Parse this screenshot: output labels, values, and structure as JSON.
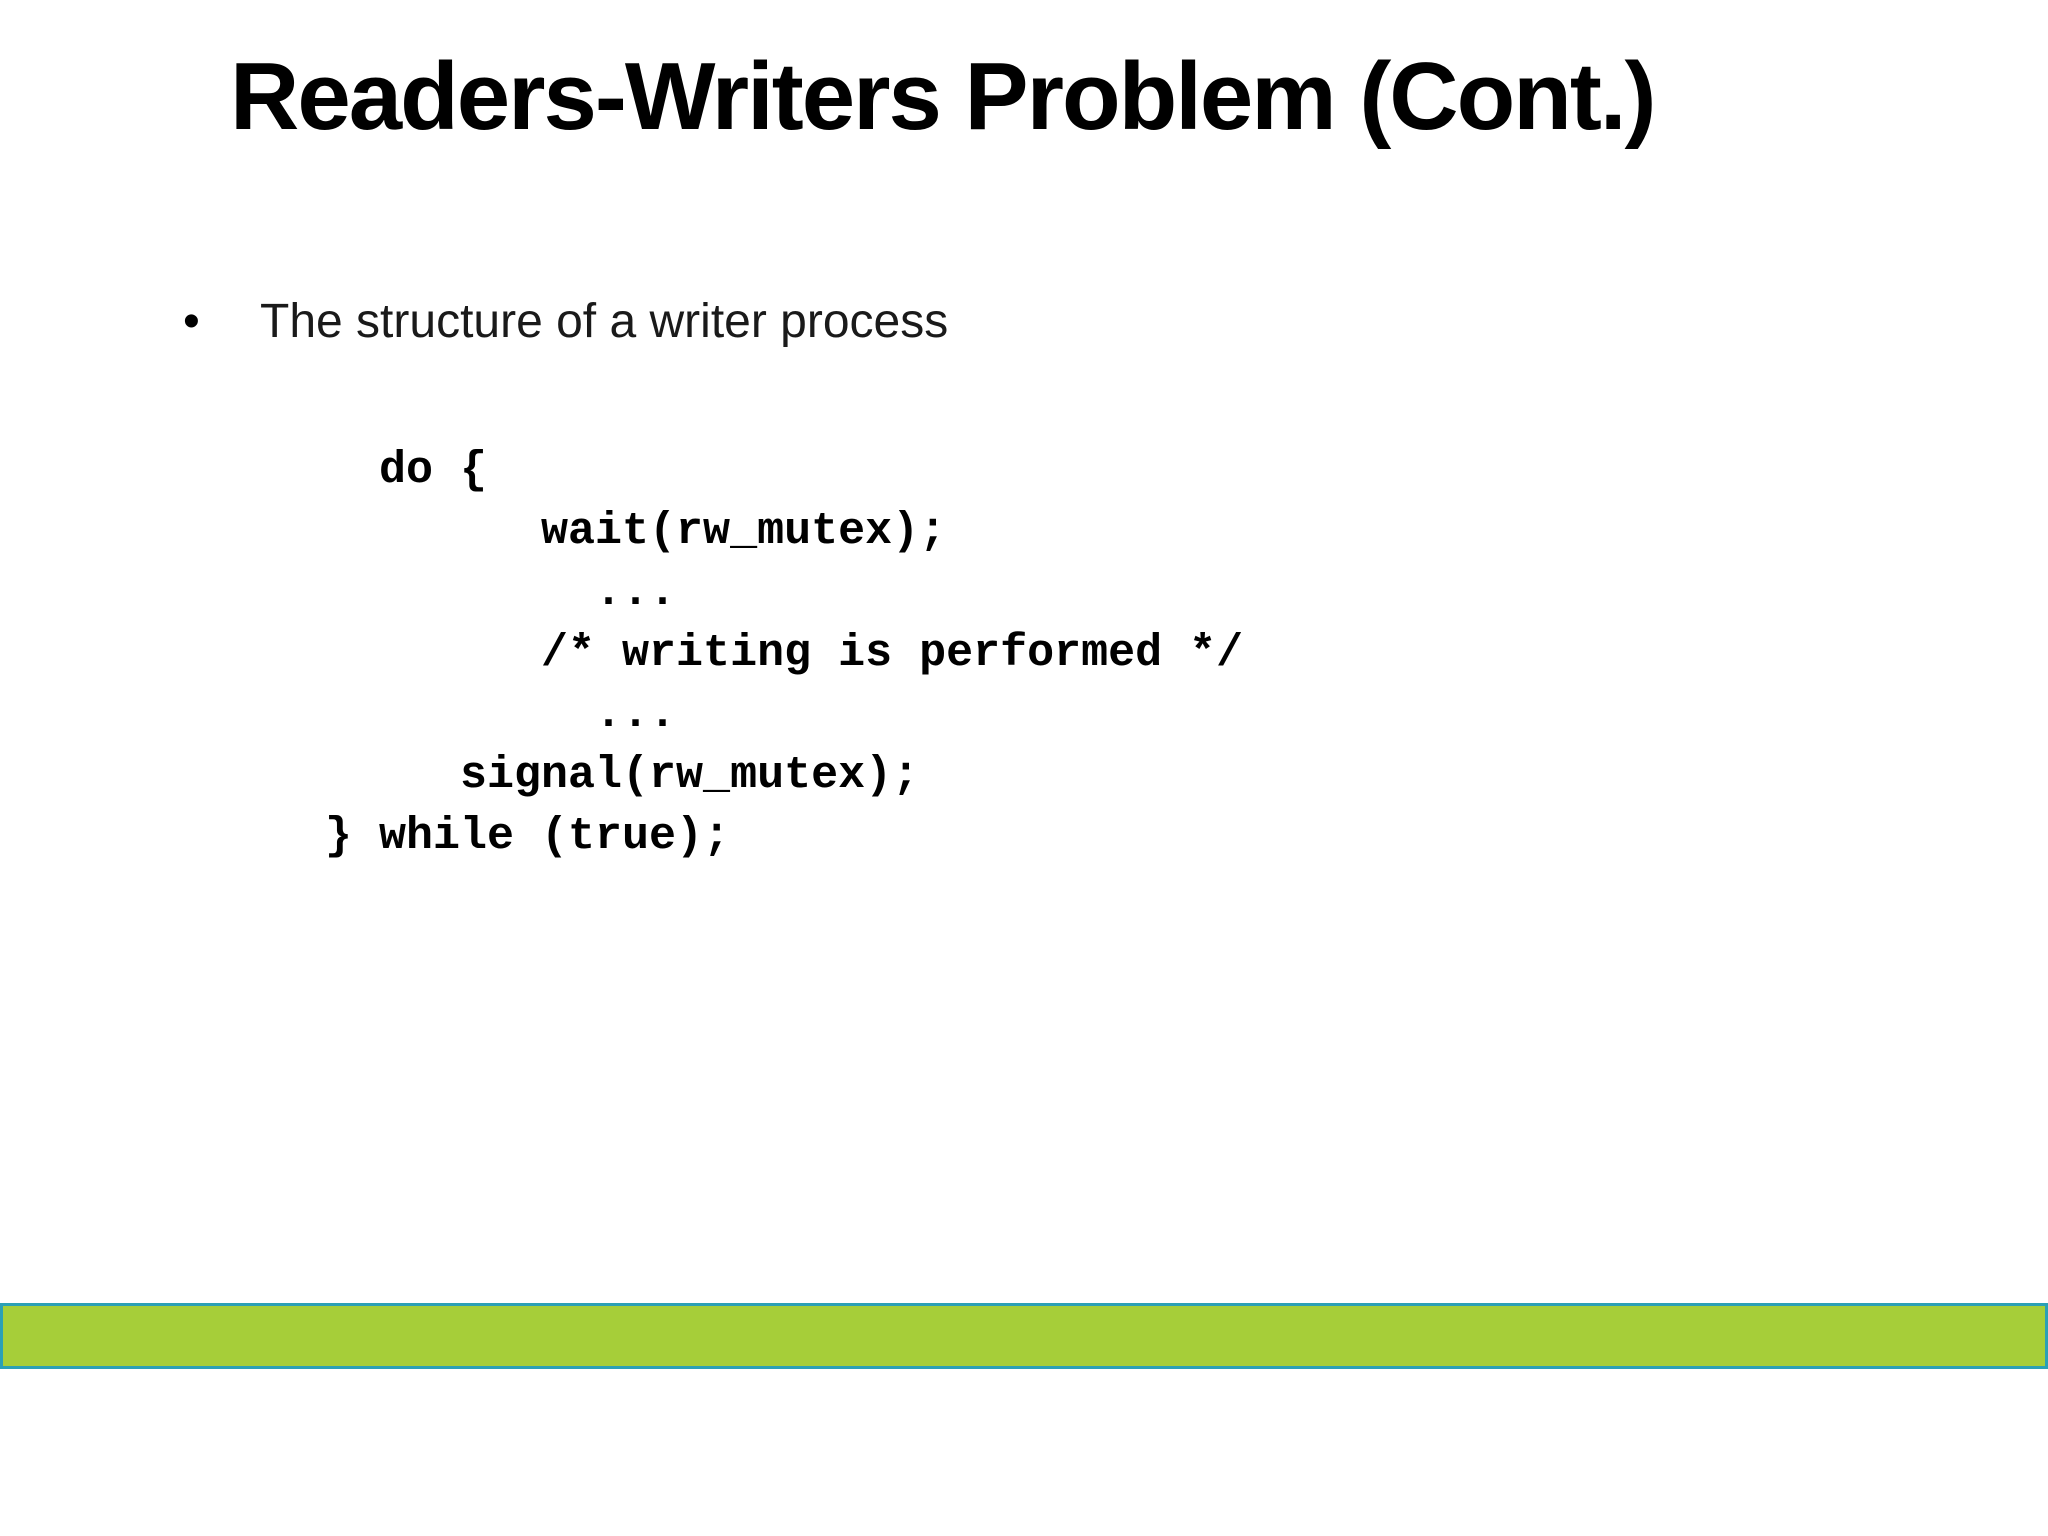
{
  "slide": {
    "title": "Readers-Writers Problem (Cont.)",
    "bullet": {
      "marker": "•",
      "text": "The structure of a writer process"
    },
    "code": {
      "language": "c",
      "lines": [
        "  do {",
        "        wait(rw_mutex);",
        "          ...",
        "        /* writing is performed */",
        "          ...",
        "     signal(rw_mutex);",
        "} while (true);"
      ]
    },
    "footer_bar": {
      "fill_color": "#a6ce39",
      "border_color": "#2ba0b5"
    }
  }
}
